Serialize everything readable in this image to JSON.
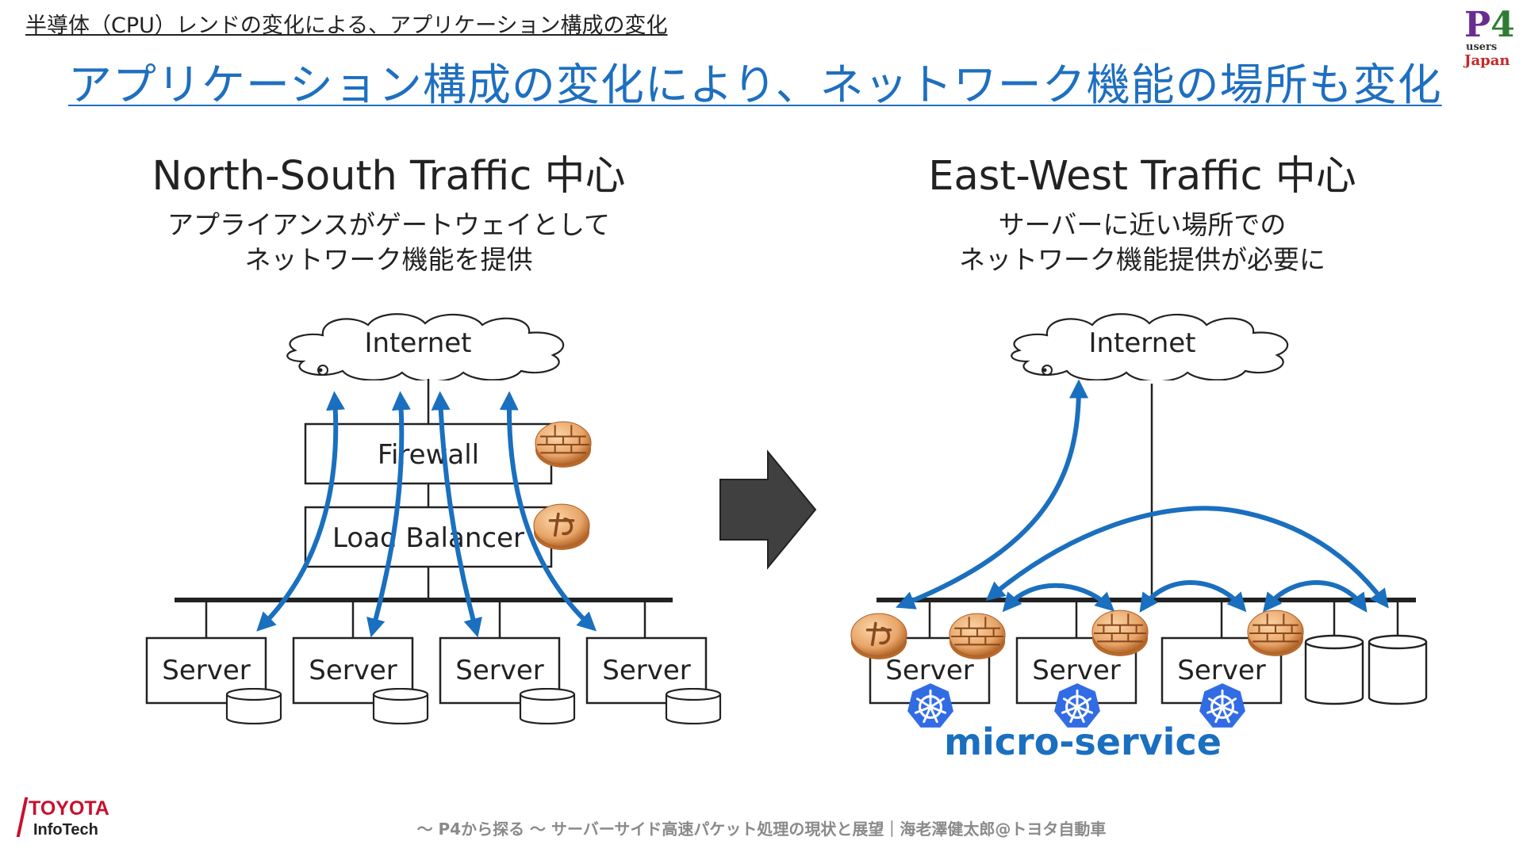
{
  "header": {
    "breadcrumb": "半導体（CPU）レンドの変化による、アプリケーション構成の変化",
    "title": "アプリケーション構成の変化により、ネットワーク機能の場所も変化"
  },
  "logo": {
    "p": "P",
    "four": "4",
    "users": "users",
    "japan": "Japan"
  },
  "left_panel": {
    "heading": "North-South Traffic 中心",
    "desc_line1": "アプライアンスがゲートウェイとして",
    "desc_line2": "ネットワーク機能を提供",
    "cloud_label": "Internet",
    "appliances": [
      "Firewall",
      "Load Balancer"
    ],
    "servers": [
      "Server",
      "Server",
      "Server",
      "Server"
    ]
  },
  "right_panel": {
    "heading": "East-West Traffic 中心",
    "desc_line1": "サーバーに近い場所での",
    "desc_line2": "ネットワーク機能提供が必要に",
    "cloud_label": "Internet",
    "servers": [
      "Server",
      "Server",
      "Server"
    ],
    "micro_service_label": "micro-service"
  },
  "brand": {
    "line1": "TOYOTA",
    "line2": "InfoTech"
  },
  "footer": {
    "text": "～ P4から探る ～ サーバーサイド高速パケット処理の現状と展望｜海老澤健太郎@トヨタ自動車"
  },
  "colors": {
    "accent": "#1e6fc0",
    "arrow": "#1a6fbf",
    "k8s": "#326ce5",
    "micro_service": "#1a6fbf",
    "badge": "#e8a468",
    "transition_arrow": "#404040"
  },
  "icons": [
    "p4-users-japan-logo",
    "cloud-icon",
    "brick-wall-icon",
    "load-balancer-icon",
    "database-icon",
    "kubernetes-icon",
    "right-arrow-icon",
    "toyota-infotech-logo"
  ]
}
